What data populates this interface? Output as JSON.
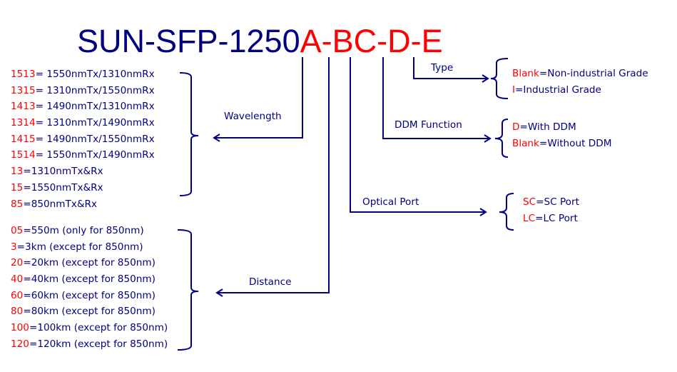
{
  "title": {
    "prefix": "SUN-SFP-1250",
    "suffix": "A-BC-D-E",
    "prefix_color": "#000080",
    "suffix_color": "#ff0000"
  },
  "sections": {
    "wavelength": {
      "label": "Wavelength",
      "items": [
        {
          "code": "1513",
          "desc": "= 1550nmTx/1310nmRx"
        },
        {
          "code": "1315",
          "desc": "= 1310nmTx/1550nmRx"
        },
        {
          "code": "1413",
          "desc": "= 1490nmTx/1310nmRx"
        },
        {
          "code": "1314",
          "desc": "= 1310nmTx/1490nmRx"
        },
        {
          "code": "1415",
          "desc": "= 1490nmTx/1550nmRx"
        },
        {
          "code": "1514",
          "desc": "= 1550nmTx/1490nmRx"
        },
        {
          "code": "13",
          "desc": "=1310nmTx&Rx"
        },
        {
          "code": "15",
          "desc": "=1550nmTx&Rx"
        },
        {
          "code": "85",
          "desc": "=850nmTx&Rx"
        }
      ]
    },
    "distance": {
      "label": "Distance",
      "items": [
        {
          "code": "05",
          "desc": "=550m (only for 850nm)"
        },
        {
          "code": "3",
          "desc": "=3km (except for 850nm)"
        },
        {
          "code": "20",
          "desc": "=20km (except for 850nm)"
        },
        {
          "code": "40",
          "desc": "=40km (except for 850nm)"
        },
        {
          "code": "60",
          "desc": "=60km (except for 850nm)"
        },
        {
          "code": "80",
          "desc": "=80km (except for 850nm)"
        },
        {
          "code": "100",
          "desc": "=100km (except for 850nm)"
        },
        {
          "code": "120",
          "desc": "=120km (except for 850nm)"
        }
      ]
    },
    "type": {
      "label": "Type",
      "items": [
        {
          "code": "Blank",
          "desc": "=Non-industrial Grade"
        },
        {
          "code": "I",
          "desc": "=Industrial Grade"
        }
      ]
    },
    "ddm": {
      "label": "DDM Function",
      "items": [
        {
          "code": "D",
          "desc": "=With DDM"
        },
        {
          "code": "Blank",
          "desc": "=Without DDM"
        }
      ]
    },
    "optical_port": {
      "label": "Optical Port",
      "items": [
        {
          "code": "SC",
          "desc": "=SC Port"
        },
        {
          "code": "LC",
          "desc": "=LC Port"
        }
      ]
    }
  },
  "colors": {
    "line": "#000080",
    "code": "#ff0000",
    "text": "#000080"
  }
}
